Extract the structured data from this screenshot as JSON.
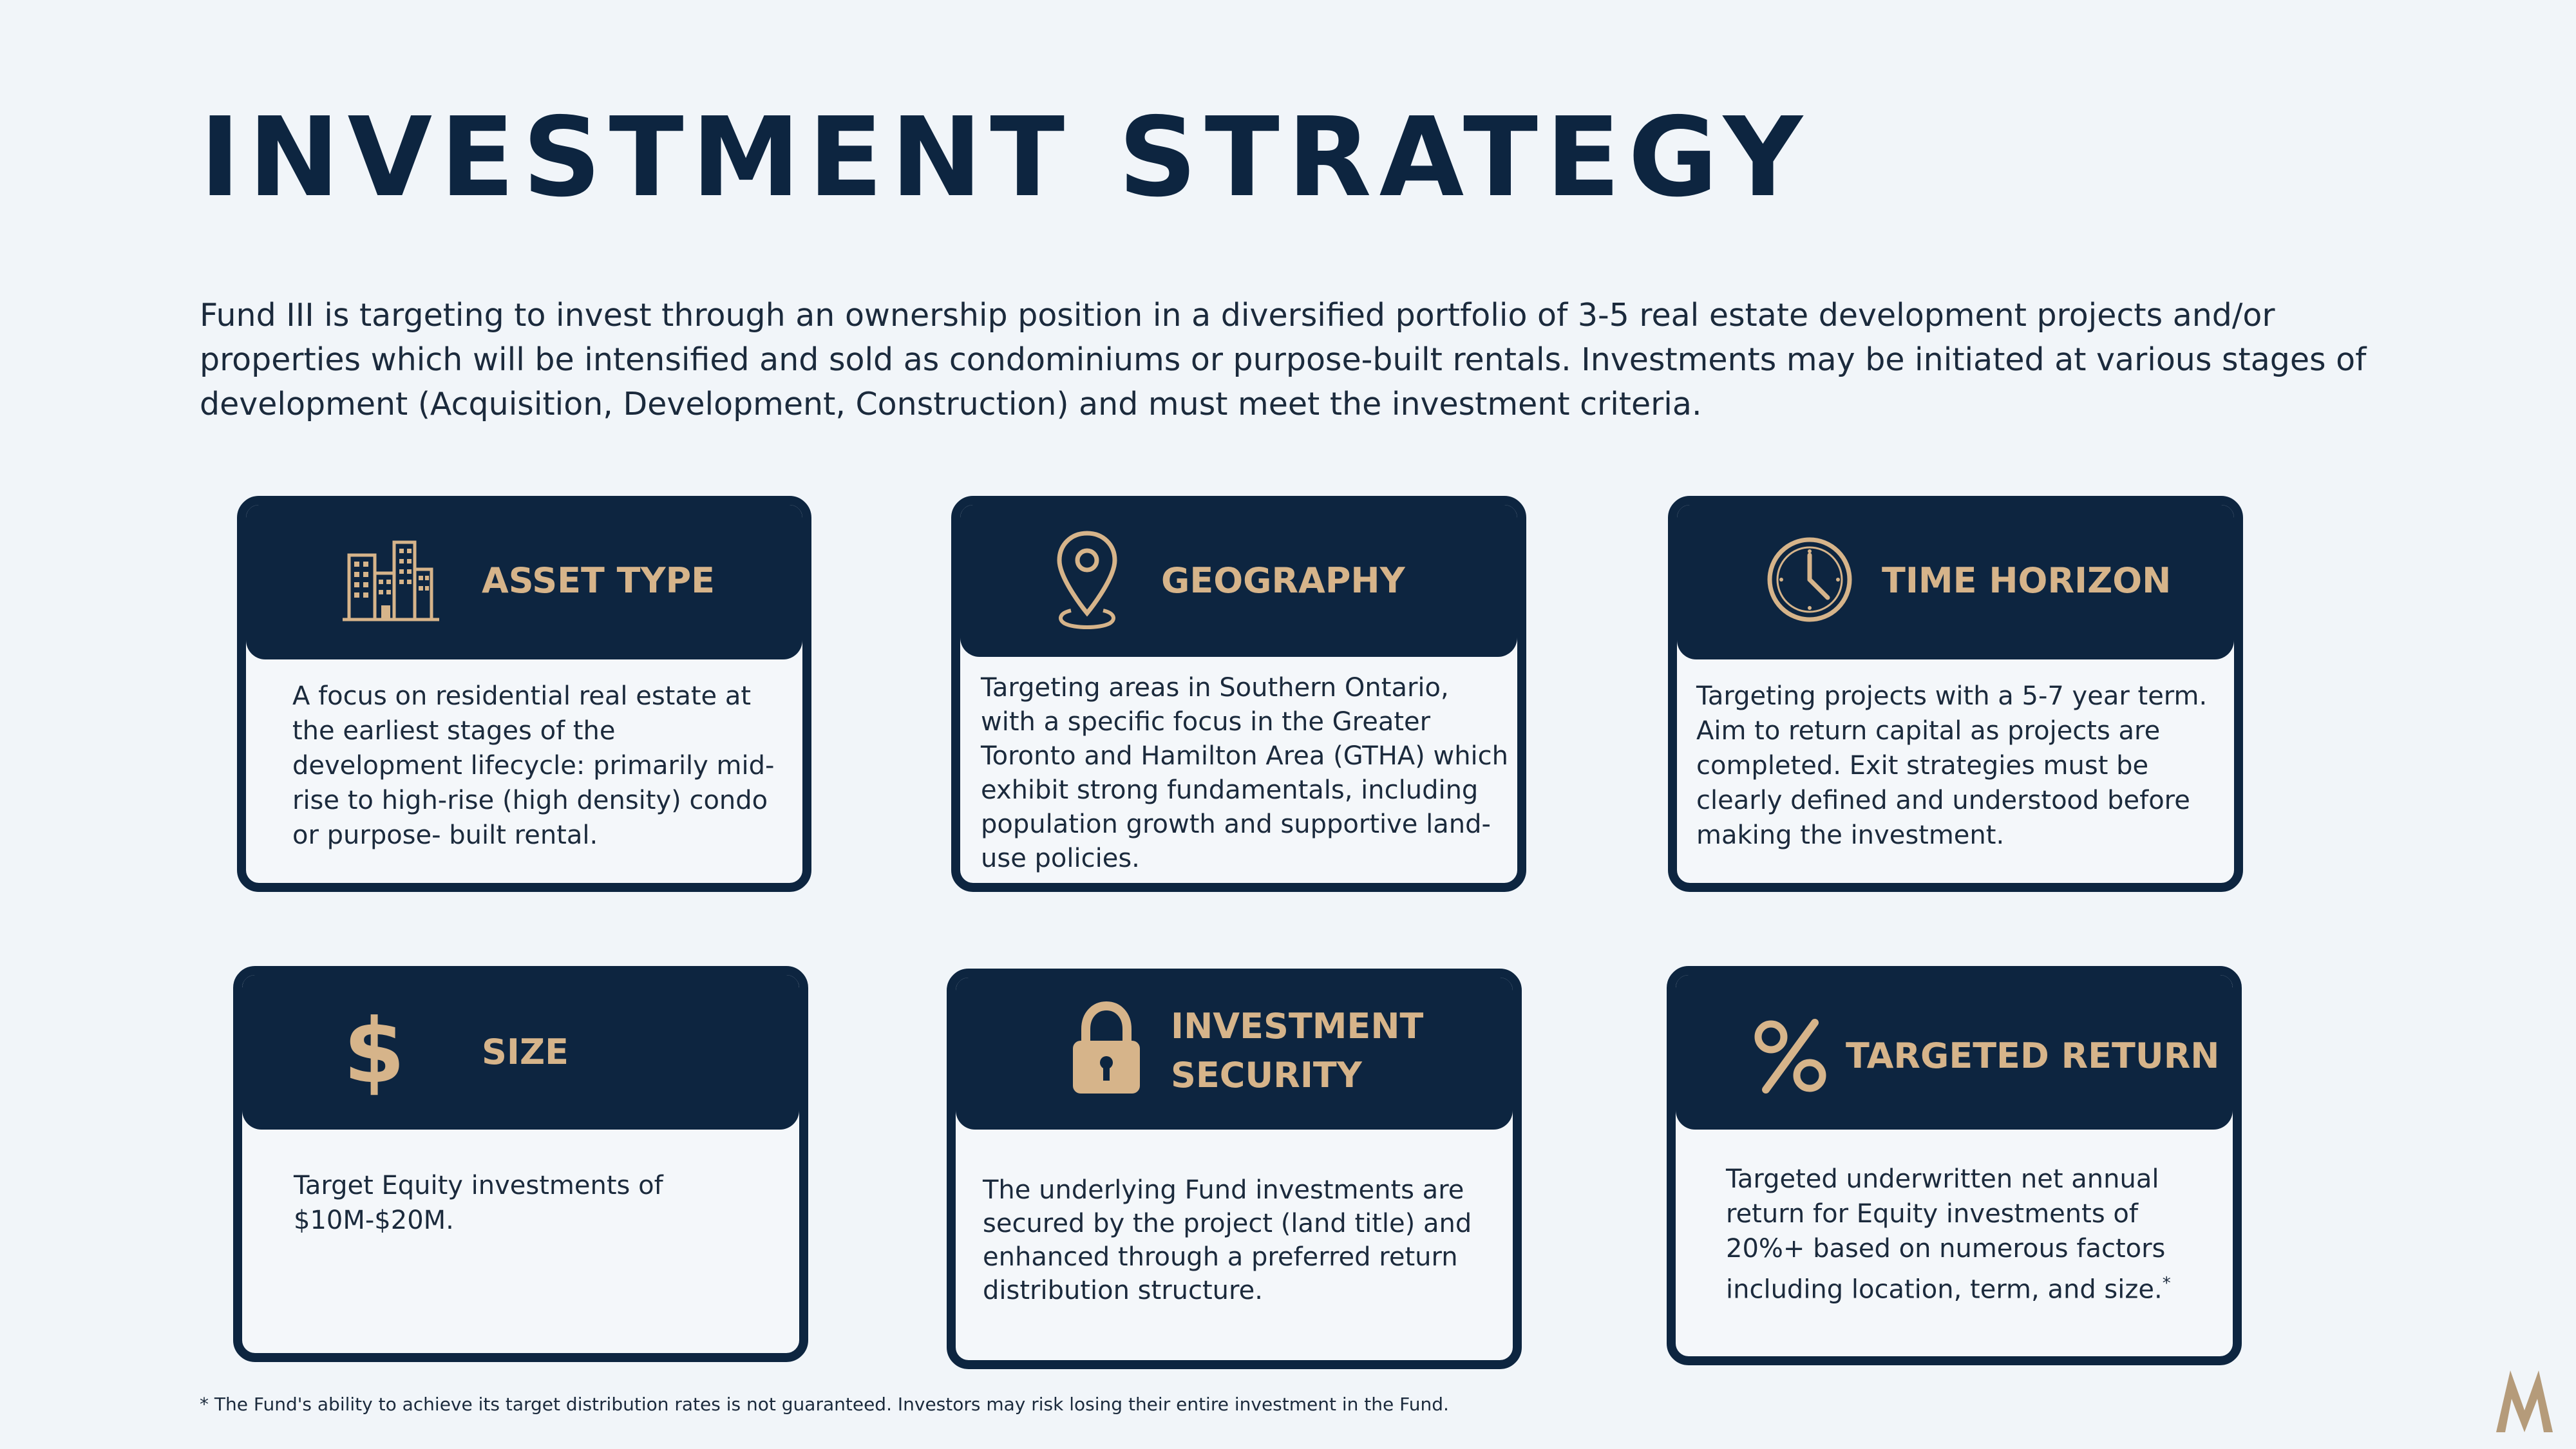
{
  "page": {
    "title": "INVESTMENT STRATEGY",
    "intro": "Fund III is targeting to invest through an ownership position in a diversified portfolio of 3-5 real estate development projects and/or properties which will be intensified and sold as condominiums or purpose-built rentals. Investments may be initiated at various stages of development (Acquisition, Development, Construction) and must meet the investment criteria.",
    "footnote": "* The Fund's ability to achieve its target distribution rates is not guaranteed. Investors may risk losing their entire investment in the Fund."
  },
  "cards": [
    {
      "title": "ASSET TYPE",
      "icon": "buildings-icon",
      "body": "A focus on residential real estate at the earliest stages of the development lifecycle: primarily mid-rise to high-rise (high density) condo or purpose- built rental."
    },
    {
      "title": "GEOGRAPHY",
      "icon": "map-pin-icon",
      "body": "Targeting areas in Southern Ontario, with a specific focus in the Greater Toronto and Hamilton Area (GTHA) which exhibit strong fundamentals, including population growth and supportive land-use policies."
    },
    {
      "title": "TIME HORIZON",
      "icon": "clock-icon",
      "body": "Targeting projects with a 5-7 year term. Aim to return capital as projects are completed. Exit strategies must be clearly defined and understood before making the investment."
    },
    {
      "title": "SIZE",
      "icon": "dollar-sign-icon",
      "body": "Target Equity investments of $10M-$20M."
    },
    {
      "title_line1": "INVESTMENT",
      "title_line2": "SECURITY",
      "icon": "padlock-icon",
      "body": "The underlying Fund investments are secured by the project (land title)  and enhanced through a preferred return distribution structure."
    },
    {
      "title": "TARGETED RETURN",
      "icon": "percent-icon",
      "body": "Targeted underwritten net annual return for Equity investments of 20%+ based on numerous factors including location, term, and size.",
      "footnote_marker": "*"
    }
  ],
  "colors": {
    "navy": "#0d2540",
    "gold": "#d6b48a",
    "background": "#f1f5f9"
  },
  "logo": {
    "icon": "m-monogram-logo-icon",
    "lettering": "M"
  }
}
